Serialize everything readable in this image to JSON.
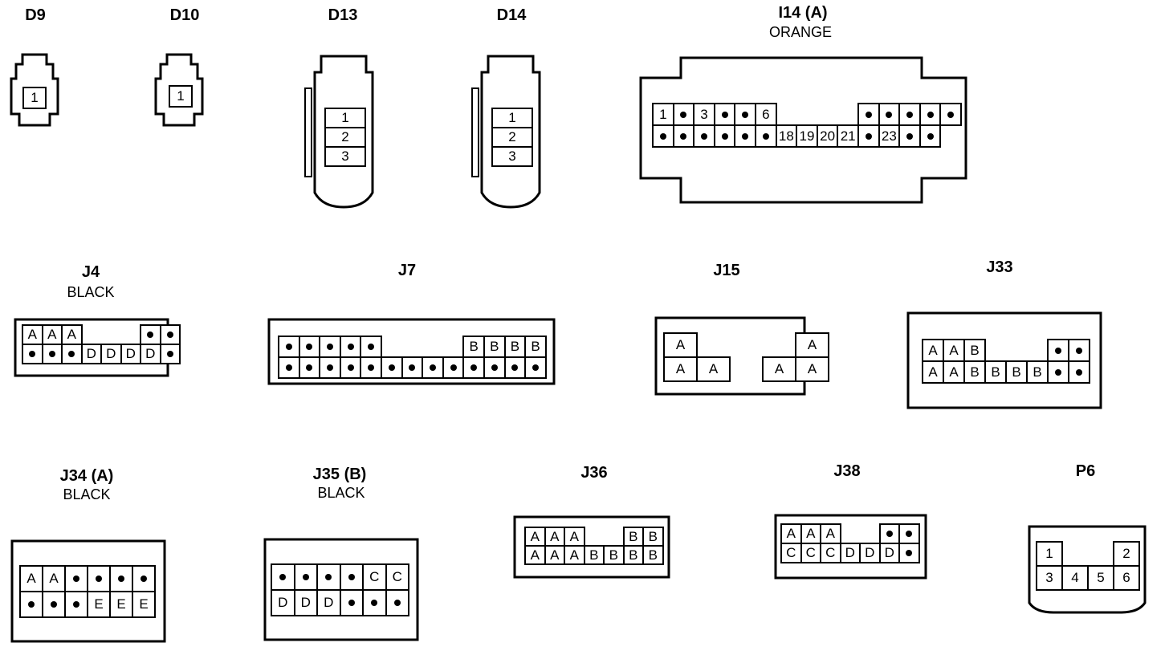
{
  "connectors": [
    {
      "id": "D9",
      "title": "D9",
      "subtitle": "",
      "cells": [
        [
          "1"
        ]
      ]
    },
    {
      "id": "D10",
      "title": "D10",
      "subtitle": "",
      "cells": [
        [
          "1"
        ]
      ]
    },
    {
      "id": "D13",
      "title": "D13",
      "subtitle": "",
      "cells": [
        [
          "1"
        ],
        [
          "2"
        ],
        [
          "3"
        ]
      ]
    },
    {
      "id": "D14",
      "title": "D14",
      "subtitle": "",
      "cells": [
        [
          "1"
        ],
        [
          "2"
        ],
        [
          "3"
        ]
      ]
    },
    {
      "id": "I14",
      "title": "I14 (A)",
      "subtitle": "ORANGE",
      "cells": [
        [
          "1",
          "•",
          "3",
          "•",
          "•",
          "6",
          "",
          "",
          "",
          "",
          "•",
          "•",
          "•",
          "•",
          "•"
        ],
        [
          "•",
          "•",
          "•",
          "•",
          "•",
          "•",
          "18",
          "19",
          "20",
          "21",
          "•",
          "23",
          "•",
          "•",
          ""
        ]
      ]
    },
    {
      "id": "J4",
      "title": "J4",
      "subtitle": "BLACK",
      "cells": [
        [
          "A",
          "A",
          "A",
          "",
          "",
          "",
          "•",
          "•"
        ],
        [
          "•",
          "•",
          "•",
          "D",
          "D",
          "D",
          "D",
          "•"
        ]
      ]
    },
    {
      "id": "J7",
      "title": "J7",
      "subtitle": "",
      "cells": [
        [
          "•",
          "•",
          "•",
          "•",
          "•",
          "",
          "",
          "",
          "",
          "B",
          "B",
          "B",
          "B"
        ],
        [
          "•",
          "•",
          "•",
          "•",
          "•",
          "•",
          "•",
          "•",
          "•",
          "•",
          "•",
          "•",
          "•"
        ]
      ]
    },
    {
      "id": "J15",
      "title": "J15",
      "subtitle": "",
      "cells": [
        [
          "A",
          "",
          "",
          "",
          "A"
        ],
        [
          "A",
          "A",
          "",
          "A",
          "A"
        ]
      ]
    },
    {
      "id": "J33",
      "title": "J33",
      "subtitle": "",
      "cells": [
        [
          "A",
          "A",
          "B",
          "",
          "",
          "",
          "•",
          "•"
        ],
        [
          "A",
          "A",
          "B",
          "B",
          "B",
          "B",
          "•",
          "•"
        ]
      ]
    },
    {
      "id": "J34",
      "title": "J34 (A)",
      "subtitle": "BLACK",
      "cells": [
        [
          "A",
          "A",
          "•",
          "•",
          "•",
          "•"
        ],
        [
          "•",
          "•",
          "•",
          "E",
          "E",
          "E"
        ]
      ]
    },
    {
      "id": "J35",
      "title": "J35 (B)",
      "subtitle": "BLACK",
      "cells": [
        [
          "•",
          "•",
          "•",
          "•",
          "C",
          "C"
        ],
        [
          "D",
          "D",
          "D",
          "•",
          "•",
          "•"
        ]
      ]
    },
    {
      "id": "J36",
      "title": "J36",
      "subtitle": "",
      "cells": [
        [
          "A",
          "A",
          "A",
          "",
          "",
          "B",
          "B"
        ],
        [
          "A",
          "A",
          "A",
          "B",
          "B",
          "B",
          "B"
        ]
      ]
    },
    {
      "id": "J38",
      "title": "J38",
      "subtitle": "",
      "cells": [
        [
          "A",
          "A",
          "A",
          "",
          "",
          "•",
          "•"
        ],
        [
          "C",
          "C",
          "C",
          "D",
          "D",
          "D",
          "•"
        ]
      ]
    },
    {
      "id": "P6",
      "title": "P6",
      "subtitle": "",
      "cells": [
        [
          "1",
          "",
          "",
          "2"
        ],
        [
          "3",
          "4",
          "5",
          "6"
        ]
      ]
    }
  ]
}
